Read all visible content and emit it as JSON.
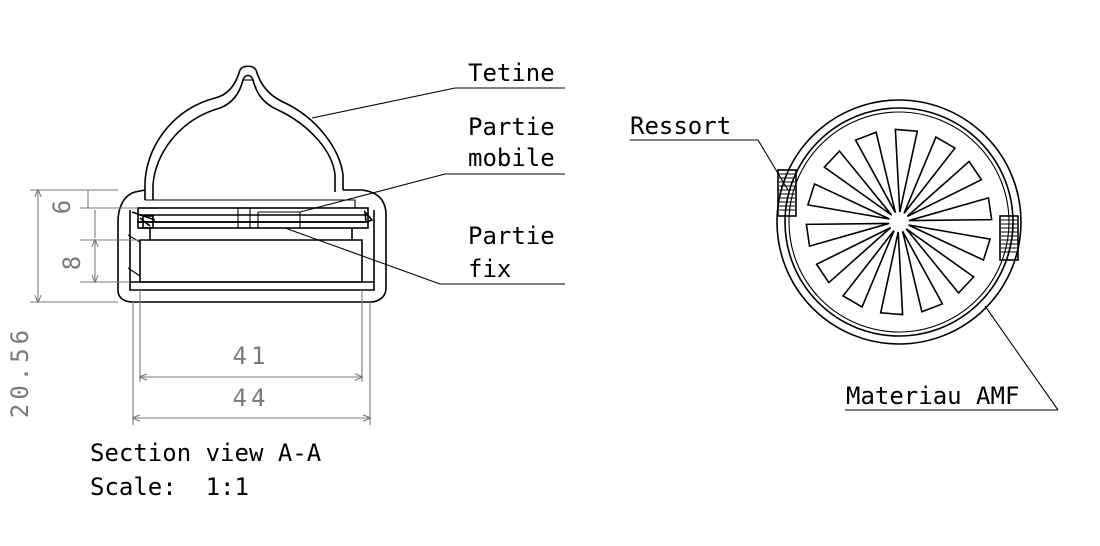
{
  "labels": {
    "tetine": "Tetine",
    "partie_mobile_line1": "Partie",
    "partie_mobile_line2": "mobile",
    "partie_fix_line1": "Partie",
    "partie_fix_line2": "fix",
    "ressort": "Ressort",
    "materiau": "Materiau AMF"
  },
  "dimensions": {
    "d6": "6",
    "d8": "8",
    "d20": "20.56",
    "d41": "41",
    "d44": "44"
  },
  "caption": {
    "line1": "Section view A-A",
    "line2": "Scale:  1:1"
  },
  "colors": {
    "line": "#000000",
    "dimension": "#7a7a7a"
  }
}
